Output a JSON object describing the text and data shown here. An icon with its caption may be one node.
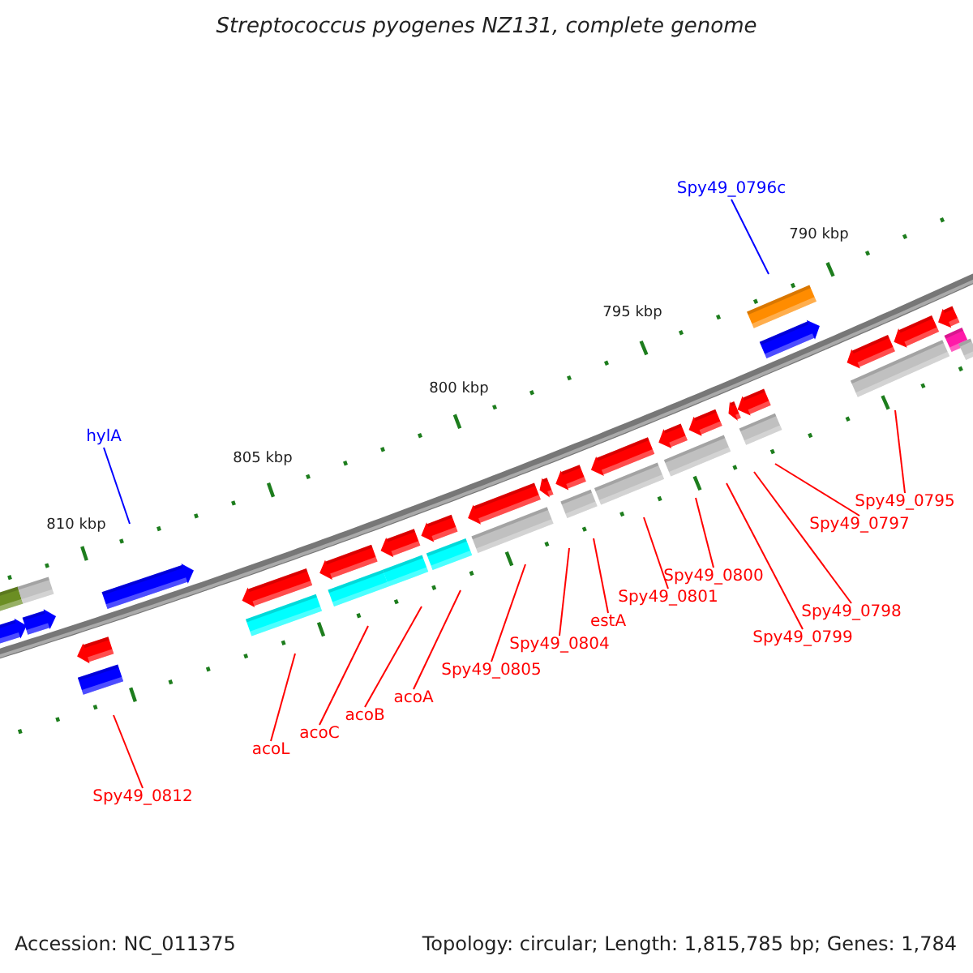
{
  "diagram": {
    "title": "Streptococcus pyogenes NZ131, complete genome",
    "nodes": [
      {
        "text": [
          "Spy49_0796c"
        ]
      },
      {
        "text": [
          "hylA"
        ]
      },
      {
        "text": [
          "Spy49_0795"
        ]
      },
      {
        "text": [
          "Spy49_0797"
        ]
      },
      {
        "text": [
          "Spy49_0800"
        ]
      },
      {
        "text": [
          "Spy49_0801"
        ]
      },
      {
        "text": [
          "estA"
        ]
      },
      {
        "text": [
          "Spy49_0798"
        ]
      },
      {
        "text": [
          "Spy49_0804"
        ]
      },
      {
        "text": [
          "Spy49_0799"
        ]
      },
      {
        "text": [
          "Spy49_0805"
        ]
      },
      {
        "text": [
          "acoA"
        ]
      },
      {
        "text": [
          "acoB"
        ]
      },
      {
        "text": [
          "acoC"
        ]
      },
      {
        "text": [
          "acoL"
        ]
      },
      {
        "text": [
          "Spy49_0812"
        ]
      }
    ],
    "edges": [
      {
        "from": 0,
        "to": null,
        "arrow": "none",
        "color": "#0000ff"
      },
      {
        "from": 1,
        "to": null,
        "arrow": "none",
        "color": "#0000ff"
      },
      {
        "from": 2,
        "to": null,
        "arrow": "none"
      },
      {
        "from": 3,
        "to": null,
        "arrow": "none"
      },
      {
        "from": 4,
        "to": null,
        "arrow": "none"
      },
      {
        "from": 5,
        "to": null,
        "arrow": "none"
      },
      {
        "from": 6,
        "to": null,
        "arrow": "none"
      },
      {
        "from": 7,
        "to": null,
        "arrow": "none"
      },
      {
        "from": 8,
        "to": null,
        "arrow": "none"
      },
      {
        "from": 9,
        "to": null,
        "arrow": "none"
      },
      {
        "from": 10,
        "to": null,
        "arrow": "none"
      },
      {
        "from": 11,
        "to": null,
        "arrow": "none"
      },
      {
        "from": 12,
        "to": null,
        "arrow": "none"
      },
      {
        "from": 13,
        "to": null,
        "arrow": "none"
      },
      {
        "from": 14,
        "to": null,
        "arrow": "none"
      },
      {
        "from": 15,
        "to": null,
        "arrow": "none"
      }
    ],
    "labels": [
      "790 kbp",
      "795 kbp",
      "800 kbp",
      "805 kbp",
      "810 kbp",
      "Accession: NC_011375",
      "Topology: circular; Length: 1,815,785 bp; Genes: 1,784"
    ]
  }
}
